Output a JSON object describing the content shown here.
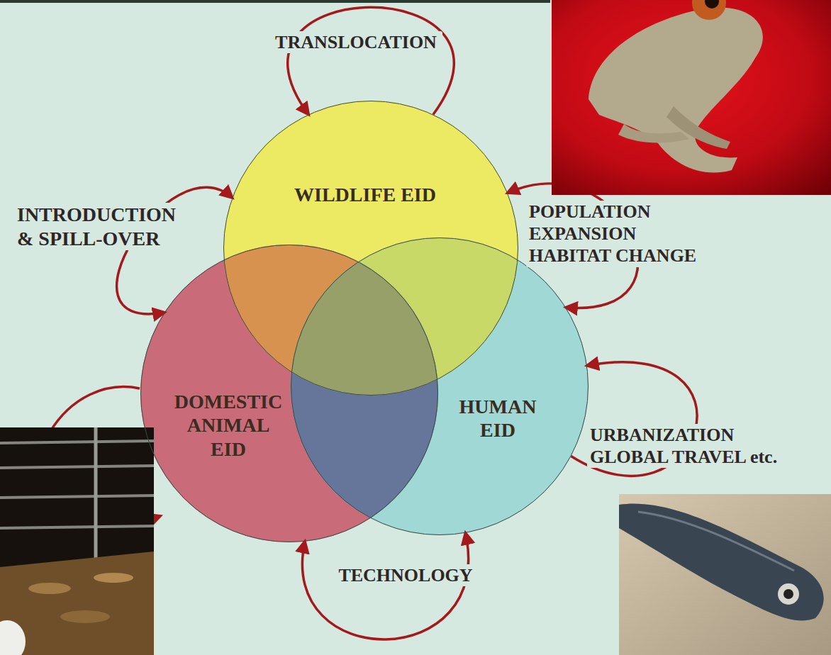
{
  "diagram": {
    "nodes": [
      {
        "text": [
          "WILDLIFE EID"
        ]
      },
      {
        "text": [
          "DOMESTIC ANIMAL EID"
        ]
      },
      {
        "text": [
          "HUMAN EID"
        ]
      }
    ],
    "edges": [
      {
        "from": 0,
        "to": 0,
        "arrow": "to",
        "label": "TRANSLOCATION"
      },
      {
        "from": 0,
        "to": 1,
        "arrow": "both",
        "label": "INTRODUCTION & SPILL-OVER"
      },
      {
        "from": 0,
        "to": 2,
        "arrow": "both",
        "label": "POPULATION EXPANSION HABITAT CHANGE"
      },
      {
        "from": 2,
        "to": 2,
        "arrow": "to",
        "label": "URBANIZATION GLOBAL TRAVEL etc."
      },
      {
        "from": 1,
        "to": 2,
        "arrow": "both",
        "label": "TECHNOLOGY"
      }
    ]
  }
}
